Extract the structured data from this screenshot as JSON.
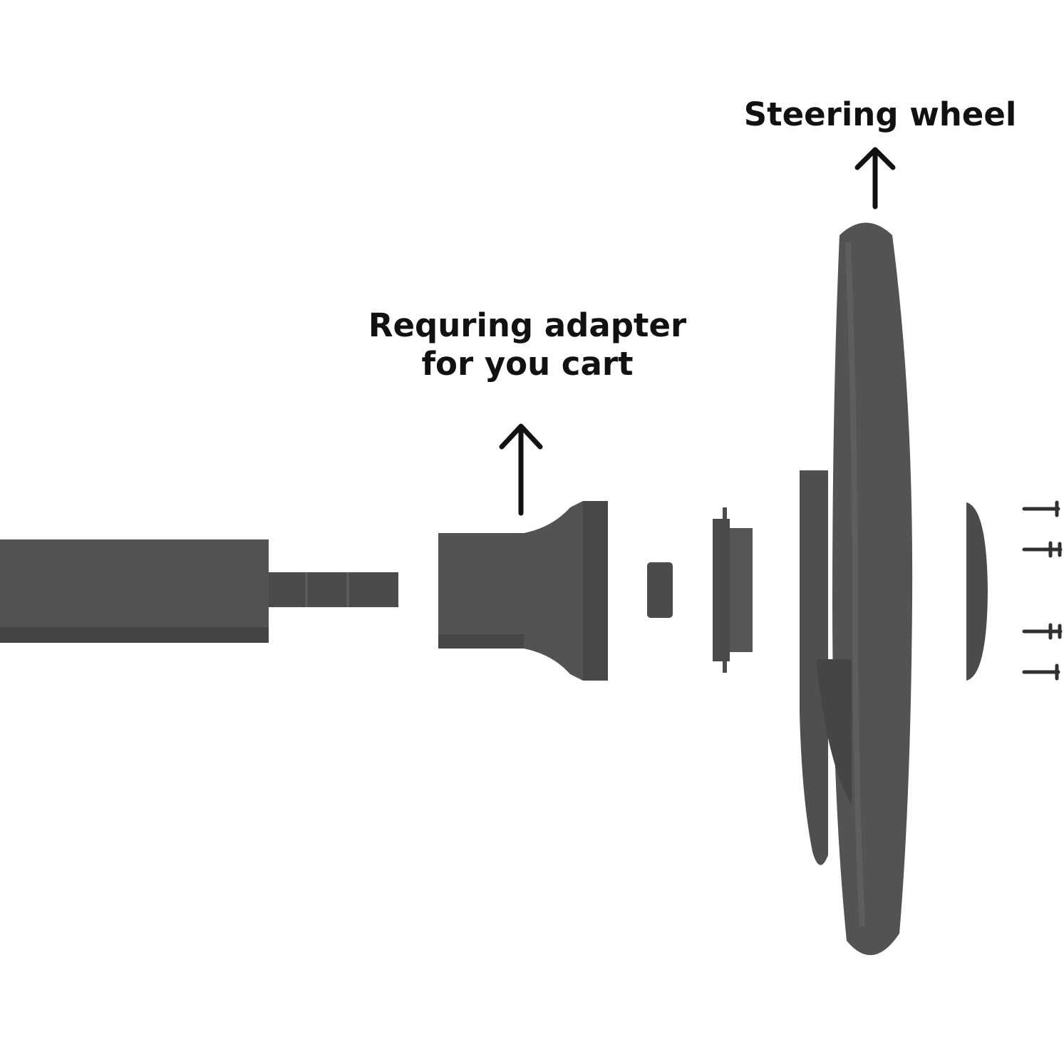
{
  "colors": {
    "part_fill": "#525354",
    "part_shadow": "#3f4041",
    "part_highlight": "#6b6c6d",
    "arrow": "#111111",
    "background": "#ffffff"
  },
  "labels": {
    "steering_wheel": "Steering wheel",
    "adapter_line1": "Requring adapter",
    "adapter_line2": "for you cart"
  },
  "parts": {
    "column": "steering-column",
    "adapter": "hub-adapter",
    "spacer": "spacer-ring",
    "collar": "mounting-collar",
    "wheel": "steering-wheel",
    "cap": "center-cap",
    "screws": "mounting-screws"
  }
}
